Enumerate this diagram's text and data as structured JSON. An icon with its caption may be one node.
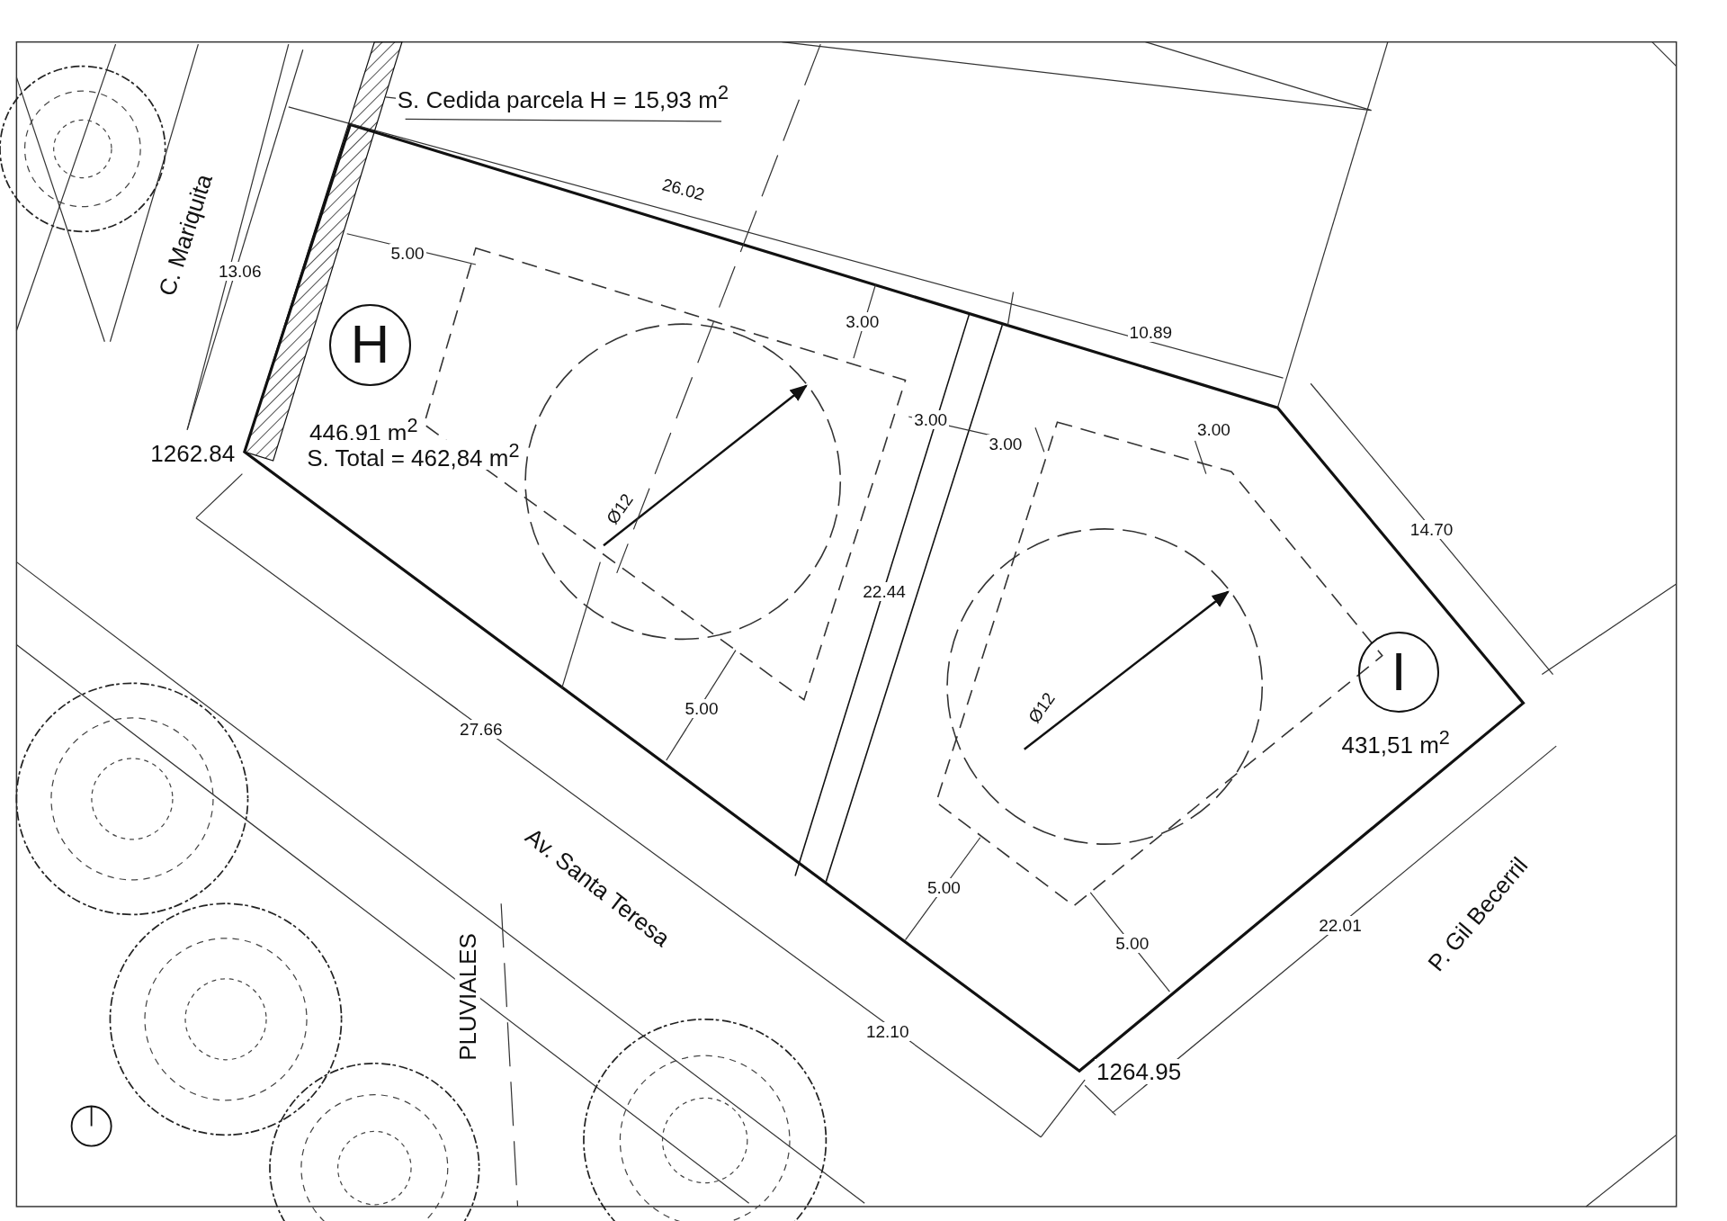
{
  "diagram": {
    "nodes": [
      {
        "text": [
          "H"
        ],
        "beside": [
          "446,91 m$^{2}$",
          "S. Total = 462,84 m$^{2}$"
        ]
      },
      {
        "text": [
          "I"
        ],
        "beside": [
          "431,51 m$^{2}$"
        ]
      },
      {
        "text": [
          "S. Cedida parcela H = 15,93 m$^{2}$"
        ]
      },
      {
        "text": [],
        "shape": "bar"
      }
    ],
    "edges": [
      {
        "from": 2,
        "to": 3,
        "arrow": "none"
      }
    ],
    "labels": [
      "26.02",
      "C. Mariquita",
      "13.06",
      "5.00",
      "3.00",
      "10.89",
      "1262.84",
      "3.00",
      "3.00",
      "3.00",
      "Ø12",
      "14.70",
      "22.44",
      "Ø12",
      "5.00",
      "27.66",
      "Av. Santa Teresa",
      "5.00",
      "22.01",
      "5.00",
      "P. Gil Becerril",
      "PLUVIALES",
      "12.10",
      "1264.95"
    ]
  }
}
